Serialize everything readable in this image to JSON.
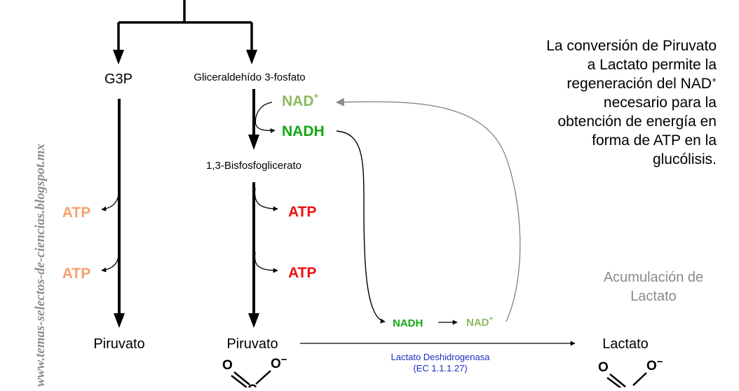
{
  "watermark": "www.temas-selectos-de-ciencias.blogspot.mx",
  "left_branch": {
    "start": "G3P",
    "atp_1": "ATP",
    "atp_2": "ATP",
    "end": "Piruvato"
  },
  "right_branch": {
    "start": "Gliceraldehído 3-fosfato",
    "nad_plus": "NAD",
    "nadh": "NADH",
    "intermediate": "1,3-Bisfosfoglicerato",
    "atp_1": "ATP",
    "atp_2": "ATP",
    "end": "Piruvato"
  },
  "plus_sign": "+",
  "oxygen_label": "O",
  "carbon_label": "C",
  "oxygen_minus_label": "O",
  "minus_sign": "−",
  "reaction": {
    "nadh": "NADH",
    "nad_plus": "NAD",
    "enzyme": "Lactato Deshidrogenasa",
    "ec_number": "(EC 1.1.1.27)",
    "product": "Lactato"
  },
  "accumulation": {
    "line_1": "Acumulación de",
    "line_2": "Lactato"
  },
  "explanation": {
    "line_1": "La conversión de Piruvato",
    "line_2": "a Lactato permite la",
    "line_3_before": "regeneración del NAD",
    "line_4": "necesario para la",
    "line_5": "obtención de energía en",
    "line_6": "forma de ATP en la",
    "line_7": "glucólisis."
  },
  "colors": {
    "atp_light": "#f4a16e",
    "atp_strong": "#ee1111",
    "nadh": "#13a813",
    "nad_plus": "#8dba5e",
    "enzyme": "#1a2ec0",
    "accumulation": "#8a8a8a",
    "recycle_arrow": "#8a8a8a",
    "watermark": "#8d8d8d"
  }
}
